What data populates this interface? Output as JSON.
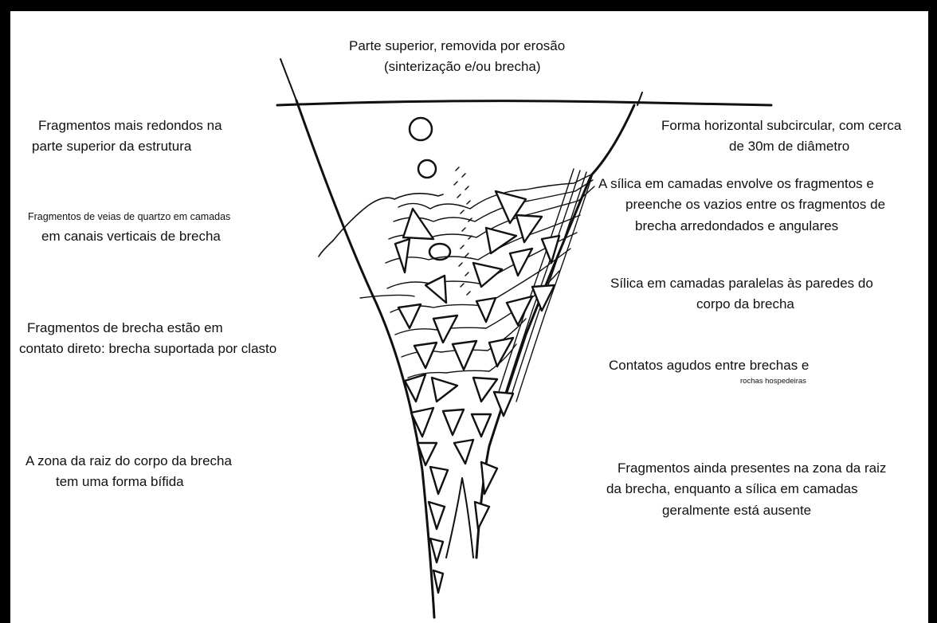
{
  "labels": {
    "top": [
      "Parte superior, removida por erosão",
      "(sinterização e/ou brecha)"
    ],
    "round_fragments": [
      "Fragmentos mais redondos na",
      "parte superior da estrutura"
    ],
    "quartz_veins_small": "Fragmentos de veias de quartzo em camadas",
    "quartz_veins": "em canais verticais de brecha",
    "clast_supported": [
      "Fragmentos de brecha estão em",
      "contato direto: brecha suportada por clasto"
    ],
    "root_zone": [
      "A zona da raiz do corpo da brecha",
      "tem uma forma bífida"
    ],
    "horizontal_form": [
      "Forma horizontal subcircular, com cerca",
      "de 30m de diâmetro"
    ],
    "layered_silica": [
      "A sílica em camadas envolve os fragmentos e",
      "preenche os vazios entre os fragmentos de",
      "brecha arredondados e angulares"
    ],
    "parallel_silica": [
      "Sílica em camadas paralelas às paredes do",
      "corpo da brecha"
    ],
    "sharp_contacts": "Contatos agudos entre brechas e",
    "host_rocks": "rochas hospedeiras",
    "root_fragments": [
      "Fragmentos ainda presentes na zona da raiz",
      "da brecha, enquanto a sílica em camadas",
      "geralmente está ausente"
    ]
  }
}
